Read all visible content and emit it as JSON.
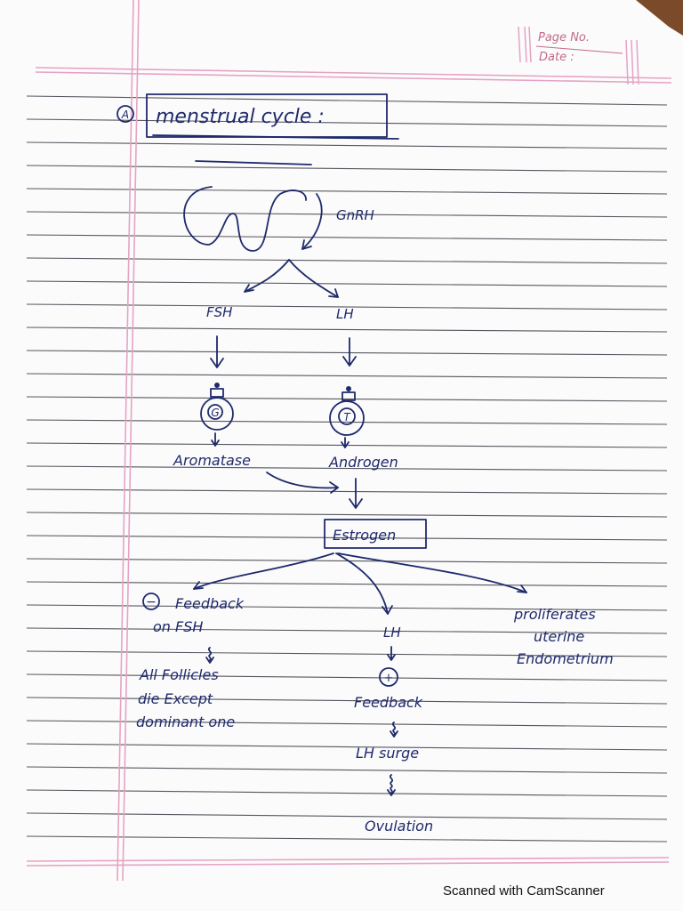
{
  "header": {
    "page_no_label": "Page No.",
    "date_label": "Date :"
  },
  "diagram": {
    "title": "menstrual cycle :",
    "bullet": "A",
    "gnrh": "GnRH",
    "fsh": "FSH",
    "lh": "LH",
    "cell_g": "G",
    "cell_t": "T",
    "aromatase": "Aromatase",
    "androgen": "Androgen",
    "estrogen": "Estrogen",
    "neg_sign": "−",
    "neg_feedback_line1": "Feedback",
    "neg_feedback_line2": "on FSH",
    "follicles_line1": "All Follicles",
    "follicles_line2": "die Except",
    "follicles_line3": "dominant one",
    "lh2": "LH",
    "pos_sign": "+",
    "pos_feedback": "Feedback",
    "lh_surge": "LH surge",
    "ovulation": "Ovulation",
    "prolif_line1": "proliferates",
    "prolif_line2": "uterine",
    "prolif_line3": "Endometrium"
  },
  "footer": {
    "scanner": "Scanned with CamScanner"
  },
  "colors": {
    "ink": "#1f2a6b",
    "margin_line": "#e6a3c3",
    "rule_line": "#3a3a44",
    "page_box": "#c26a8a"
  }
}
